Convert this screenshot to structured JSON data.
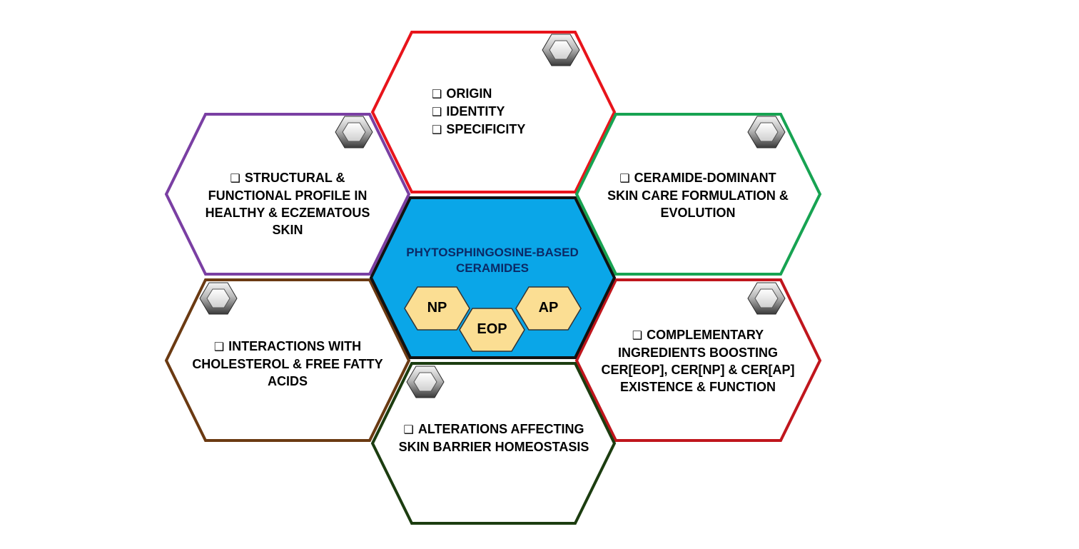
{
  "colors": {
    "origin": "#e8141b",
    "structural": "#7a3fa3",
    "ceramide": "#17a352",
    "interactions": "#6b3a12",
    "complementary": "#c0161d",
    "alterations": "#1c3d10",
    "center_fill": "#0aa6e8",
    "center_stroke": "#111111",
    "mini_fill": "#fbde93",
    "center_title_color": "#0b2a66"
  },
  "center": {
    "title_line1": "PHYTOSPHINGOSINE-BASED",
    "title_line2": "CERAMIDES",
    "ceramides": [
      "NP",
      "EOP",
      "AP"
    ]
  },
  "hexagons": {
    "origin": {
      "box": "❑",
      "items": [
        "ORIGIN",
        "IDENTITY",
        "SPECIFICITY"
      ]
    },
    "structural": {
      "box": "❑",
      "line1": "STRUCTURAL &",
      "line2": "FUNCTIONAL PROFILE IN",
      "line3": "HEALTHY & ECZEMATOUS",
      "line4": "SKIN"
    },
    "ceramide": {
      "box": "❑",
      "line1": "CERAMIDE-DOMINANT",
      "line2": "SKIN CARE FORMULATION &",
      "line3": "EVOLUTION"
    },
    "interactions": {
      "box": "❑",
      "line1": "INTERACTIONS WITH",
      "line2": "CHOLESTEROL & FREE FATTY",
      "line3": "ACIDS"
    },
    "complementary": {
      "box": "❑",
      "line1": "COMPLEMENTARY",
      "line2": "INGREDIENTS BOOSTING",
      "line3": "CER[EOP], CER[NP] & CER[AP]",
      "line4": "EXISTENCE & FUNCTION"
    },
    "alterations": {
      "box": "❑",
      "line1": "ALTERATIONS AFFECTING",
      "line2": "SKIN BARRIER HOMEOSTASIS"
    }
  },
  "badges": [
    "hexagon-badge-icon"
  ]
}
